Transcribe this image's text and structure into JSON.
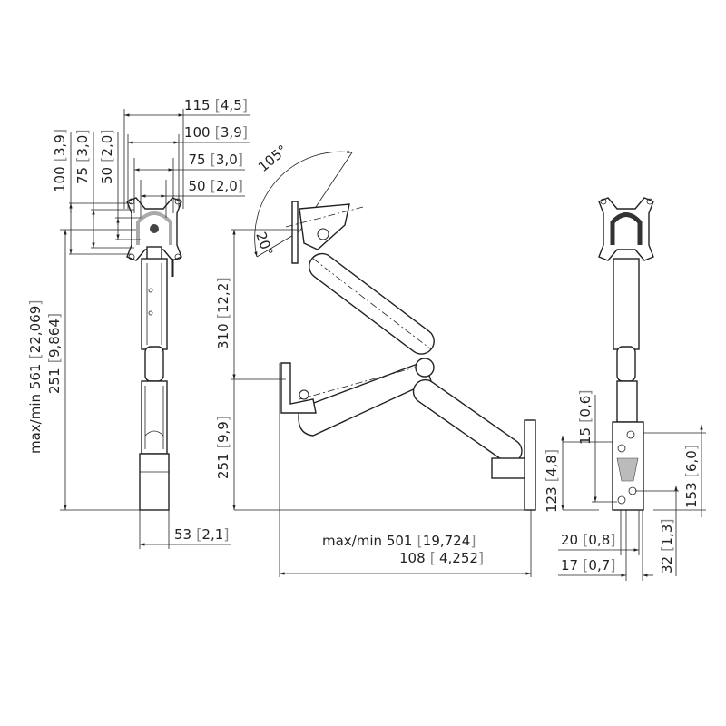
{
  "title": "Monitor arm dimension drawing",
  "front_view": {
    "width_dims": [
      {
        "value": "115",
        "inch": "4,5"
      },
      {
        "value": "100",
        "inch": "3,9"
      },
      {
        "value": "75",
        "inch": "3,0"
      },
      {
        "value": "50",
        "inch": "2,0"
      }
    ],
    "height_dims": [
      {
        "value": "100",
        "inch": "3,9"
      },
      {
        "value": "75",
        "inch": "3,0"
      },
      {
        "value": "50",
        "inch": "2,0"
      }
    ],
    "maxmin_label": "max/min",
    "max_height": {
      "value": "561",
      "inch": "22,069"
    },
    "min_height": {
      "value": "251",
      "inch": "9,864"
    },
    "base_width": {
      "value": "53",
      "inch": "2,1"
    }
  },
  "side_view": {
    "tilt_up": "105°",
    "tilt_down": "20°",
    "upper_height": {
      "value": "310",
      "inch": "12,2"
    },
    "lower_height": {
      "value": "251",
      "inch": "9,9"
    },
    "maxmin_label": "max/min",
    "max_reach": {
      "value": "501",
      "inch": "19,724"
    },
    "min_reach": {
      "value": "108",
      "inch": "4,252"
    }
  },
  "rear_view": {
    "d15": {
      "value": "15",
      "inch": "0,6"
    },
    "d123": {
      "value": "123",
      "inch": "4,8"
    },
    "d153": {
      "value": "153",
      "inch": "6,0"
    },
    "d20": {
      "value": "20",
      "inch": "0,8"
    },
    "d17": {
      "value": "17",
      "inch": "0,7"
    },
    "d32": {
      "value": "32",
      "inch": "1,3"
    }
  }
}
